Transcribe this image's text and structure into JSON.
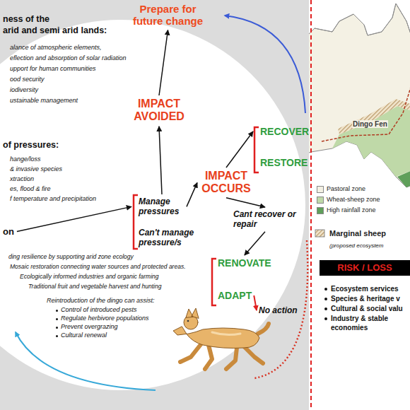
{
  "diagram": {
    "nodes": [
      {
        "text": [
          "Prepare for future change"
        ]
      },
      {
        "text": [
          "IMPACT AVOIDED"
        ]
      },
      {
        "text": [
          "Manage pressures"
        ]
      },
      {
        "text": [
          "Can't manage pressure/s"
        ]
      },
      {
        "text": [
          "IMPACT OCCURS"
        ]
      },
      {
        "text": [
          "RECOVER"
        ]
      },
      {
        "text": [
          "RESTORE"
        ]
      },
      {
        "text": [
          "Cant recover or repair"
        ]
      },
      {
        "text": [
          "RENOVATE"
        ]
      },
      {
        "text": [
          "ADAPT"
        ]
      },
      {
        "text": [
          "No action"
        ]
      },
      {
        "text": [
          "on"
        ]
      },
      {
        "text": [
          "RISK / LOSS"
        ]
      }
    ],
    "edges": [
      {
        "from": 1,
        "to": 0,
        "arrow": "to"
      },
      {
        "from": 2,
        "to": 1,
        "arrow": "to"
      },
      {
        "from": 2,
        "to": 4,
        "arrow": "to"
      },
      {
        "from": 4,
        "to": 5,
        "arrow": "to"
      },
      {
        "from": 4,
        "to": 7,
        "arrow": "to"
      },
      {
        "from": 7,
        "to": 8,
        "arrow": "to"
      },
      {
        "from": 9,
        "to": 10,
        "arrow": "to"
      },
      {
        "from": 11,
        "to": 2,
        "arrow": "to"
      }
    ],
    "labels": [
      "ness of the",
      "arid and semi arid lands:",
      "alance of atmospheric elements,",
      "eflection and absorption of solar radiation",
      "upport for human communities",
      "ood security",
      "iodiversity",
      "ustainable management",
      "of pressures:",
      "hange/loss",
      "& invasive species",
      "xtraction",
      "es, flood & fire",
      "f temperature and precipitation",
      "ding resilience by supporting arid zone ecology",
      "Mosaic restoration connecting water sources and protected areas.",
      "Ecologically informed industries and organic farming",
      "Traditional fruit and vegetable harvest and hunting",
      "Reintroduction of the dingo can assist:",
      "Control of introduced pests",
      "Regulate herbivore populations",
      "Prevent overgrazing",
      "Cultural renewal",
      "Dingo Fen",
      "(proposed ecosystem",
      "Ecosystem services",
      "Species & heritage v",
      "Cultural & social valu",
      "Industry & stable economies"
    ],
    "legend": [
      {
        "text": "Pastoral zone",
        "color": "#f4f1e4"
      },
      {
        "text": "Wheat-sheep zone",
        "color": "#bfd9a8"
      },
      {
        "text": "High rainfall zone",
        "color": "#5f9f5a"
      },
      {
        "text": "Marginal sheep"
      }
    ]
  }
}
